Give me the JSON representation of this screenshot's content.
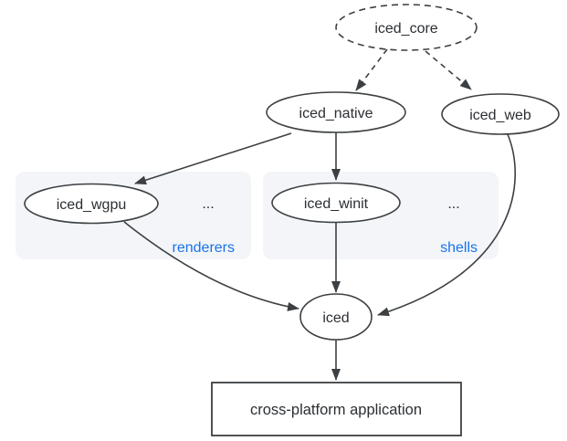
{
  "diagram": {
    "nodes": {
      "iced_core": {
        "label": "iced_core",
        "shape": "ellipse",
        "border": "dashed"
      },
      "iced_native": {
        "label": "iced_native",
        "shape": "ellipse",
        "border": "solid"
      },
      "iced_web": {
        "label": "iced_web",
        "shape": "ellipse",
        "border": "solid"
      },
      "iced_wgpu": {
        "label": "iced_wgpu",
        "shape": "ellipse",
        "border": "solid"
      },
      "iced_winit": {
        "label": "iced_winit",
        "shape": "ellipse",
        "border": "solid"
      },
      "iced": {
        "label": "iced",
        "shape": "ellipse",
        "border": "solid"
      },
      "app": {
        "label": "cross-platform application",
        "shape": "rectangle",
        "border": "solid"
      }
    },
    "groups": {
      "renderers": {
        "label": "renderers",
        "ellipsis": "...",
        "members": [
          "iced_wgpu"
        ]
      },
      "shells": {
        "label": "shells",
        "ellipsis": "...",
        "members": [
          "iced_winit"
        ]
      }
    },
    "edges": [
      {
        "from": "iced_core",
        "to": "iced_native",
        "style": "dashed"
      },
      {
        "from": "iced_core",
        "to": "iced_web",
        "style": "dashed"
      },
      {
        "from": "iced_native",
        "to": "iced_wgpu",
        "style": "solid"
      },
      {
        "from": "iced_native",
        "to": "iced_winit",
        "style": "solid"
      },
      {
        "from": "iced_wgpu",
        "to": "iced",
        "style": "solid"
      },
      {
        "from": "iced_winit",
        "to": "iced",
        "style": "solid"
      },
      {
        "from": "iced_web",
        "to": "iced",
        "style": "solid"
      },
      {
        "from": "iced",
        "to": "app",
        "style": "solid"
      }
    ],
    "colors": {
      "stroke": "#3c4043",
      "text": "#2b2f33",
      "group_label_blue": "#1a73e8",
      "group_fill": "#f3f5f8",
      "background": "#ffffff"
    }
  }
}
